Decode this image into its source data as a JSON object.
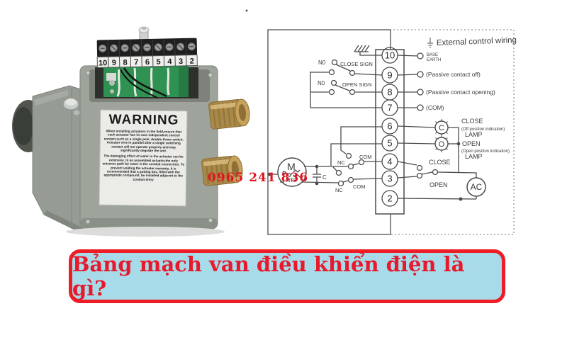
{
  "watermark": {
    "text": "0965 241 836",
    "color": "#e0151f"
  },
  "banner": {
    "text": "Bảng mạch van điều khiển điện là gì?",
    "background": "#a8dbe9",
    "border_color": "#ee1c25",
    "text_color": "#e8192d"
  },
  "photo": {
    "terminal_numbers": [
      "10",
      "9",
      "8",
      "7",
      "6",
      "5",
      "4",
      "3",
      "2"
    ],
    "warning": {
      "title": "WARNING",
      "para1": "When installing actuators in the field,ensure that each actuator has its own independent control contact,such as a single pole, double throw switch. Actuator wire in parallel after a single switching contact will not operate properly and may significantly degrade the unit.",
      "para2": "The damaging effect of water in the actuator can be extensive. In an assembled actuator,the only entrance path for water is the conduit connection. To prevent voiding the actuator warranty, it is recommended that a potting box, filled with the appropriate compound, be installed adjacent to the conduit entry"
    }
  },
  "diagram": {
    "title": "External control wiring",
    "terminals": [
      "10",
      "9",
      "8",
      "7",
      "6",
      "5",
      "4",
      "3",
      "2"
    ],
    "no_close": "N0",
    "close_sign": "CLOSE SIGN",
    "no_open": "N0",
    "open_sign": "OPEN SIGN",
    "base": "BASE",
    "earth": "EARTH",
    "passive_off": "(Passive contact off)",
    "passive_opening": "(Passive contact opening)",
    "com_label": "(COM)",
    "lamp_c": "C",
    "lamp_o": "O",
    "close_line1": "CLOSE",
    "close_line2": "(Off position indication)",
    "close_line3": "LAMP",
    "open_line1": "OPEN",
    "open_line2": "(Open position indication)",
    "open_line3": "LAMP",
    "switch_close": "CLOSE",
    "switch_open": "OPEN",
    "nc_top": "NC",
    "com_top": "COM",
    "nc_bottom": "NC",
    "com_bottom": "COM",
    "motor": "M",
    "motor_type": "MTB",
    "capacitor": "C",
    "ac": "AC"
  }
}
